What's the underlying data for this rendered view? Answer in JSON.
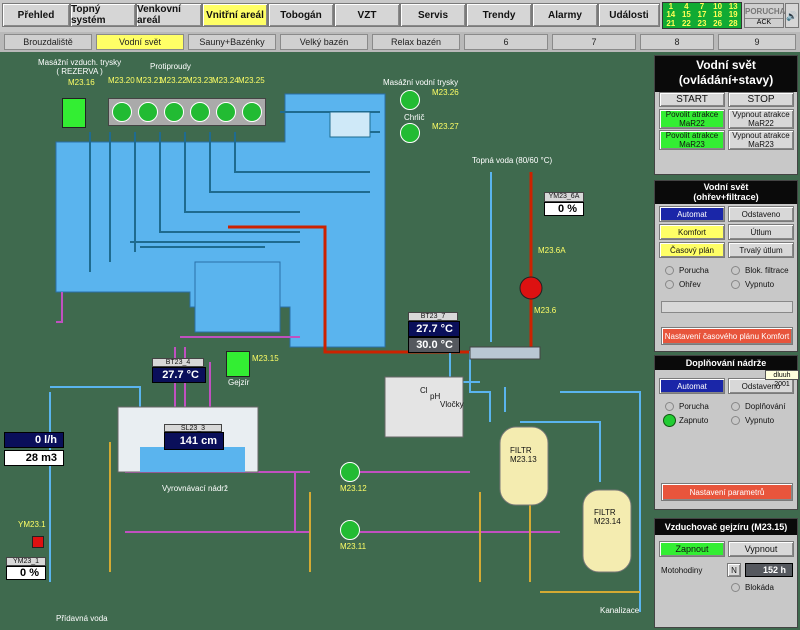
{
  "nav": {
    "items": [
      "Přehled",
      "Topný systém",
      "Venkovní areál",
      "Vnitřní areál",
      "Tobogán",
      "VZT",
      "Servis",
      "Trendy",
      "Alarmy",
      "Události"
    ],
    "active": "Vnitřní areál"
  },
  "alarm_grid": [
    "1",
    "4",
    "7",
    "10",
    "13",
    "14",
    "15",
    "17",
    "18",
    "19",
    "21",
    "22",
    "23",
    "26",
    "28"
  ],
  "porucha": {
    "label": "PORUCHA",
    "ack": "ACK"
  },
  "subnav": {
    "items": [
      "Brouzdaliště",
      "Vodní svět",
      "Sauny+Bazénky",
      "Velký bazén",
      "Relax bazén",
      "6",
      "7",
      "8",
      "9"
    ],
    "active": "Vodní svět"
  },
  "panel_main": {
    "title": "Vodní svět\n(ovládání+stavy)",
    "start": "START",
    "stop": "STOP",
    "on_1": "Povolit atrakce MaR22",
    "off_1": "Vypnout atrakce MaR22",
    "on_2": "Povolit atrakce MaR23",
    "off_2": "Vypnout atrakce MaR23"
  },
  "panel_heat": {
    "title": "Vodní svět\n(ohřev+filtrace)",
    "automat": "Automat",
    "odstaveno": "Odstaveno",
    "komfort": "Komfort",
    "utlum": "Útlum",
    "casovy_plan": "Časový plán",
    "trvaly_utlum": "Trvalý útlum",
    "porucha": "Porucha",
    "blok_filtrace": "Blok. filtrace",
    "ohrev": "Ohřev",
    "vypnuto": "Vypnuto",
    "schedule_btn": "Nastavení časového plánu Komfort"
  },
  "panel_refill": {
    "title": "Doplňování nádrže",
    "automat": "Automat",
    "odstaveno": "Odstaveno",
    "tooltip": "dluuh 2001",
    "porucha": "Porucha",
    "doplnovani": "Doplňování",
    "zapnuto": "Zapnuto",
    "vypnuto": "Vypnuto",
    "params_btn": "Nastavení parametrů"
  },
  "panel_blower": {
    "title": "Vzduchovač gejzíru (M23.15)",
    "zapnout": "Zapnout",
    "vypnout": "Vypnout",
    "motohodiny": "Motohodiny",
    "n_btn": "N",
    "hours": "152 h",
    "blokada": "Blokáda"
  },
  "process": {
    "massage_air": "Masážní vzduch. trysky\n( REZERVA )",
    "m2316": "M23.16",
    "protiproudy": "Protiproudy",
    "counter_pumps": [
      "M23.20",
      "M23.21",
      "M23.22",
      "M23.23",
      "M23.24",
      "M23.25"
    ],
    "massage_water": "Masážní vodní trysky",
    "m2326": "M23.26",
    "chrlic": "Chrlič",
    "m2327": "M23.27",
    "topna_voda": "Topná voda (80/60 °C)",
    "tag_6a": "YM23_6A",
    "val_6a": "0 %",
    "m236a": "M23.6A",
    "m236": "M23.6",
    "bt23_7_tag": "BT23_7",
    "bt23_7_val": "27.7 °C",
    "bt23_7_set": "30.0 °C",
    "bt23_4_tag": "BT23_4",
    "bt23_4_val": "27.7 °C",
    "m2315": "M23.15",
    "gejzir": "Gejzír",
    "flow": "0 l/h",
    "volume": "28 m3",
    "sl23_3_tag": "SL23_3",
    "level": "141 cm",
    "tank_label": "Vyrovnávací nádrž",
    "cl": "Cl",
    "ph": "pH",
    "vlocky": "Vločky",
    "filter1": "FILTR\nM23.13",
    "filter2": "FILTR\nM23.14",
    "m2312": "M23.12",
    "m2311": "M23.11",
    "ym231": "YM23.1",
    "ym231_tag": "YM23_1",
    "ym231_val": "0 %",
    "pridavna": "Přídavná voda",
    "kanalizace": "Kanalizace"
  },
  "colors": {
    "background": "#3f6a4e",
    "pool": "#5ab4ee",
    "active": "#ffff66",
    "on": "#33ee33",
    "blue_btn": "#1a26a8"
  }
}
